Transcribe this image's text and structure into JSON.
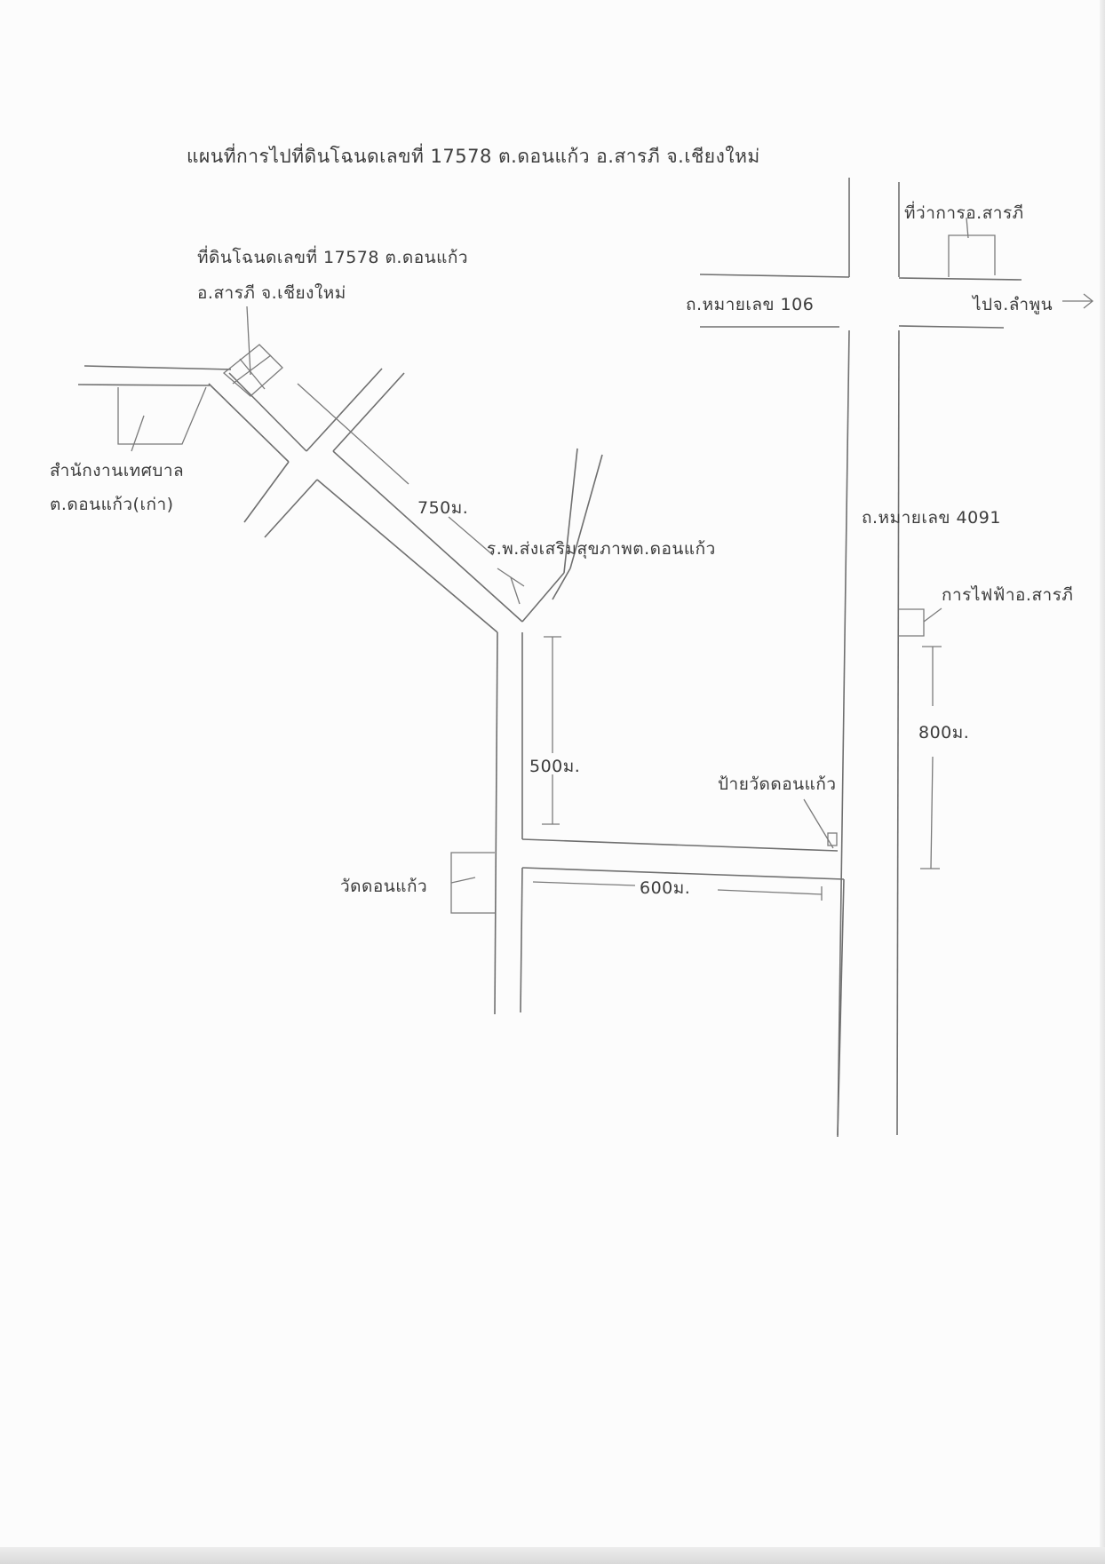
{
  "title": "แผนที่การไปที่ดินโฉนดเลขที่ 17578 ต.ดอนแก้ว อ.สารภี จ.เชียงใหม่",
  "labels": {
    "parcel_line1": "ที่ดินโฉนดเลขที่ 17578 ต.ดอนแก้ว",
    "parcel_line2": "อ.สารภี จ.เชียงใหม่",
    "municipal_line1": "สำนักงานเทศบาล",
    "municipal_line2": "ต.ดอนแก้ว(เก่า)",
    "district_office": "ที่ว่าการอ.สารภี",
    "road_106": "ถ.หมายเลข 106",
    "to_lamphun": "ไปจ.ลำพูน",
    "road_4091": "ถ.หมายเลข 4091",
    "health_hospital": "ร.พ.ส่งเสริมสุขภาพต.ดอนแก้ว",
    "electricity": "การไฟฟ้าอ.สารภี",
    "temple_sign": "ป้ายวัดดอนแก้ว",
    "temple": "วัดดอนแก้ว"
  },
  "distances": {
    "d750": "750ม.",
    "d500": "500ม.",
    "d600": "600ม.",
    "d800": "800ม."
  },
  "colors": {
    "ink": "#3c3c3c",
    "paper": "#fcfcfc"
  },
  "icons": {
    "arrow": "arrow-right-icon"
  }
}
